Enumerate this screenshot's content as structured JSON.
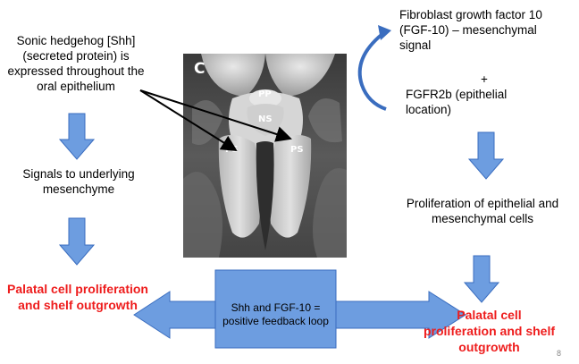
{
  "left_column": {
    "shh_text": "Sonic hedgehog [Shh] (secreted protein) is expressed throughout the oral epithelium",
    "signals_text": "Signals to underlying mesenchyme",
    "palatal_text": "Palatal cell proliferation and shelf outgrowth"
  },
  "right_column": {
    "fgf10_text": "Fibroblast growth factor 10 (FGF-10) – mesenchymal signal",
    "plus": "+",
    "fgfr2b_text": "FGFR2b (epithelial location)",
    "proliferation_text": "Proliferation of epithelial and mesenchymal cells",
    "palatal_text": "Palatal cell proliferation and shelf outgrowth"
  },
  "center": {
    "feedback_text": "Shh and FGF-10 = positive feedback loop"
  },
  "micrograph": {
    "panel_letter": "C",
    "labels": [
      "PP",
      "NS",
      "PS",
      "PS"
    ]
  },
  "slide_number": "8",
  "colors": {
    "arrow_fill": "#6d9de0",
    "arrow_stroke": "#3a6dbf",
    "outcome_text": "#ee1c1c"
  }
}
